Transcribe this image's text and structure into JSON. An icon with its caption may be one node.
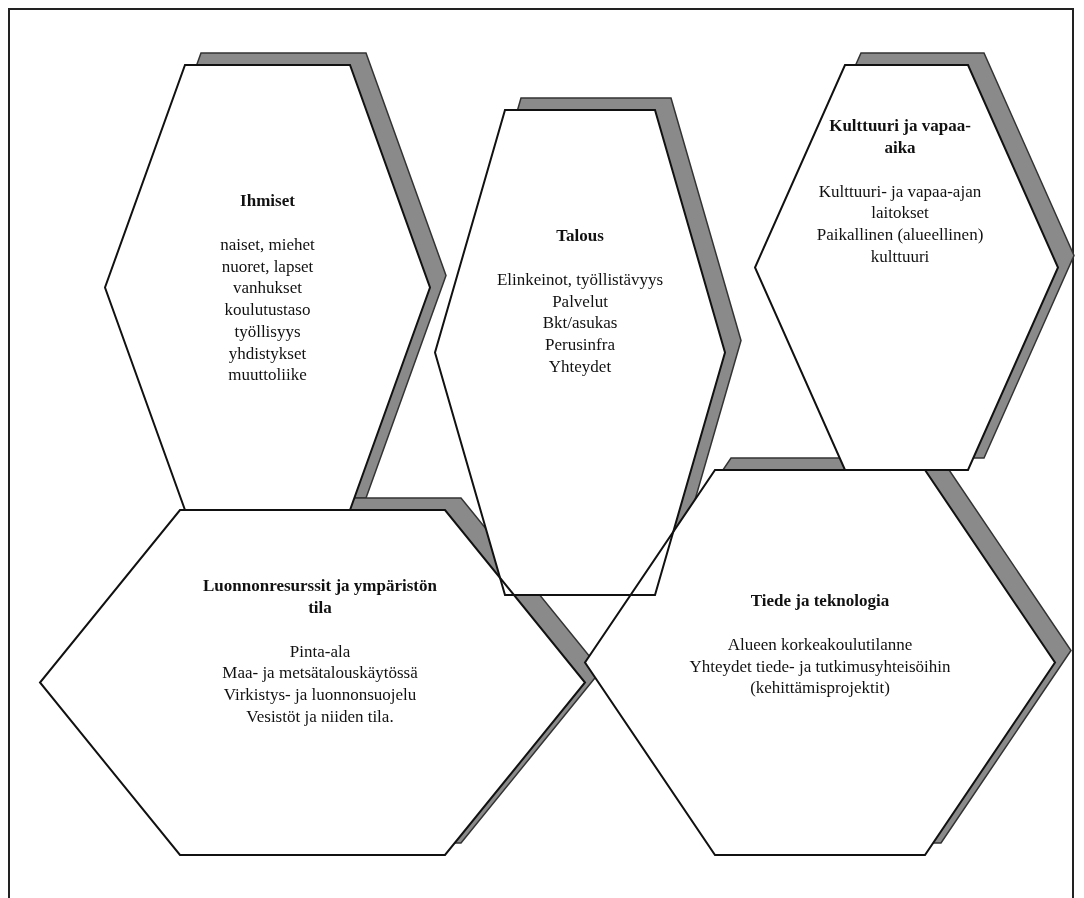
{
  "diagram": {
    "nodes": [
      {
        "text": [
          "Ihmiset",
          "naiset, miehet",
          "nuoret, lapset",
          "vanhukset",
          "koulutustaso",
          "työllisyys",
          "yhdistykset",
          "muuttoliike"
        ]
      },
      {
        "text": [
          "Talous",
          "Elinkeinot, työllistävyys",
          "Palvelut",
          "Bkt/asukas",
          "Perusinfra",
          "Yhteydet"
        ]
      },
      {
        "text": [
          "Kulttuuri ja vapaa-aika",
          "Kulttuuri- ja vapaa-ajan laitokset",
          "Paikallinen (alueellinen) kulttuuri"
        ]
      },
      {
        "text": [
          "Luonnonresurssit ja ympäristön tila",
          "Pinta-ala",
          "Maa- ja metsätalouskäytössä",
          "Virkistys- ja luonnonsuojelu",
          "Vesistöt ja niiden tila."
        ]
      },
      {
        "text": [
          "Tiede ja teknologia",
          "Alueen korkeakoulutilanne",
          "Yhteydet tiede- ja tutkimusyhteisöihin",
          "(kehittämisprojektit)"
        ]
      }
    ]
  }
}
